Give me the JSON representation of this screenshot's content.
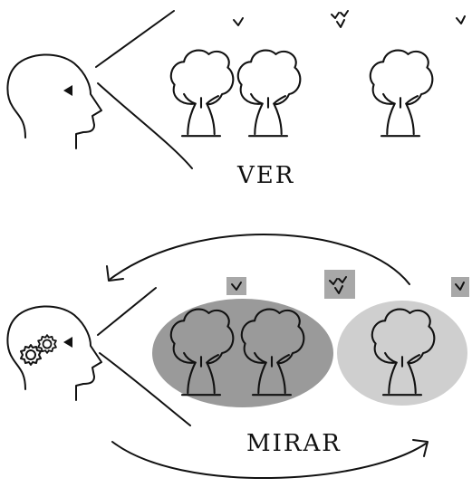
{
  "top_panel": {
    "label": "VER",
    "tree_count": 3,
    "bird_marks": [
      "v",
      "vv",
      "v"
    ]
  },
  "bottom_panel": {
    "label": "MIRAR",
    "tree_count": 3,
    "bird_marks": [
      "v",
      "vv",
      "v"
    ],
    "group_colors": {
      "left_group": "#9a9a9a",
      "right_group": "#cfcfcf",
      "bird_tag": "#a8a8a8"
    }
  }
}
